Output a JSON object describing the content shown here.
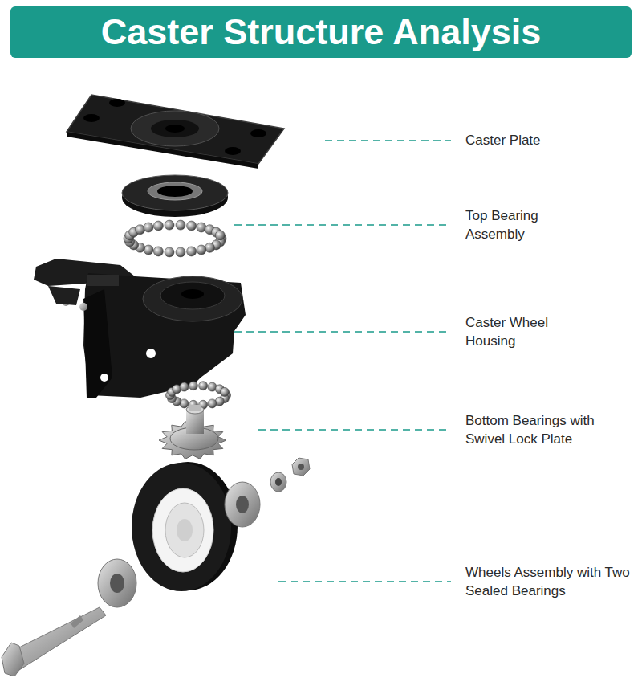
{
  "diagram": {
    "title": "Caster Structure Analysis",
    "labels": [
      "Caster Plate",
      "Top Bearing Assembly",
      "Caster Wheel Housing",
      "Bottom Bearings with Swivel Lock Plate",
      "Wheels Assembly with Two Sealed Bearings"
    ]
  }
}
